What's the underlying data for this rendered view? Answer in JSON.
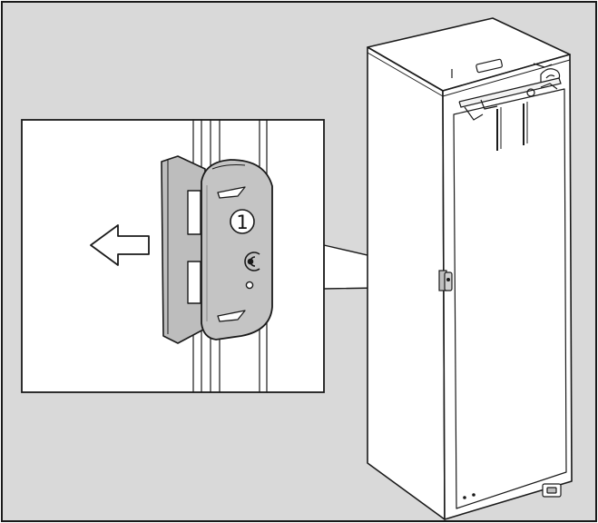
{
  "figure": {
    "callout_number": "1",
    "colors": {
      "background": "#d9d9d9",
      "panel": "#ffffff",
      "outline": "#1a1a1a",
      "part_fill": "#bfbfbf",
      "part_shade": "#a8a8a8"
    },
    "icons": [
      "left-arrow-icon",
      "hinge-bracket",
      "fridge-cabinet",
      "zoom-beam"
    ]
  }
}
